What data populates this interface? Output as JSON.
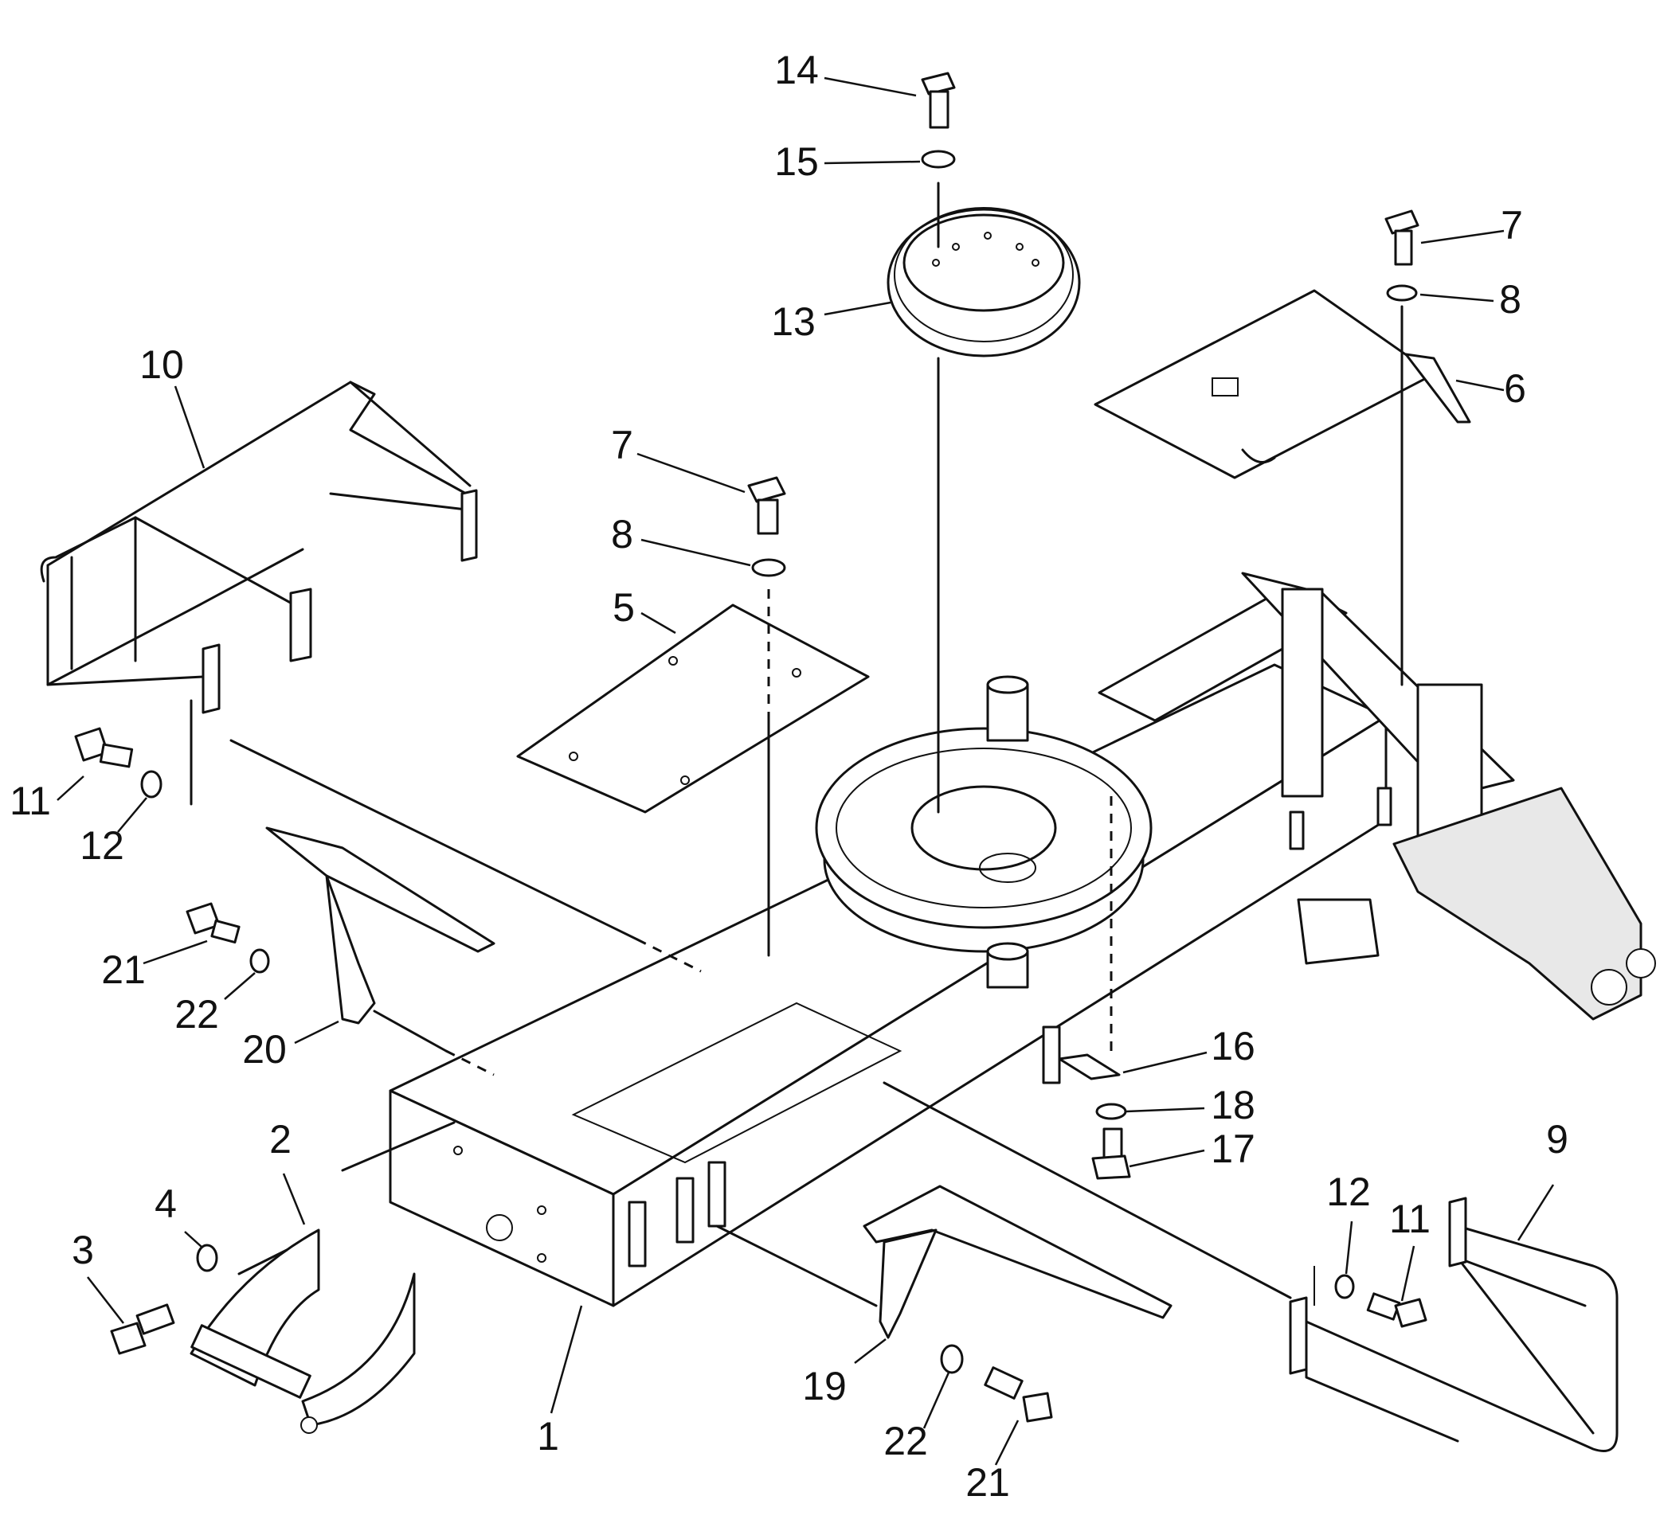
{
  "diagram": {
    "callouts": [
      {
        "id": "c14",
        "label": "14"
      },
      {
        "id": "c15",
        "label": "15"
      },
      {
        "id": "c13",
        "label": "13"
      },
      {
        "id": "c7a",
        "label": "7"
      },
      {
        "id": "c8a",
        "label": "8"
      },
      {
        "id": "c6",
        "label": "6"
      },
      {
        "id": "c10",
        "label": "10"
      },
      {
        "id": "c7b",
        "label": "7"
      },
      {
        "id": "c8b",
        "label": "8"
      },
      {
        "id": "c5",
        "label": "5"
      },
      {
        "id": "c11a",
        "label": "11"
      },
      {
        "id": "c12a",
        "label": "12"
      },
      {
        "id": "c21a",
        "label": "21"
      },
      {
        "id": "c22a",
        "label": "22"
      },
      {
        "id": "c20",
        "label": "20"
      },
      {
        "id": "c16",
        "label": "16"
      },
      {
        "id": "c18",
        "label": "18"
      },
      {
        "id": "c17",
        "label": "17"
      },
      {
        "id": "c9",
        "label": "9"
      },
      {
        "id": "c2",
        "label": "2"
      },
      {
        "id": "c4",
        "label": "4"
      },
      {
        "id": "c3",
        "label": "3"
      },
      {
        "id": "c12b",
        "label": "12"
      },
      {
        "id": "c11b",
        "label": "11"
      },
      {
        "id": "c1",
        "label": "1"
      },
      {
        "id": "c19",
        "label": "19"
      },
      {
        "id": "c22b",
        "label": "22"
      },
      {
        "id": "c21b",
        "label": "21"
      }
    ]
  }
}
